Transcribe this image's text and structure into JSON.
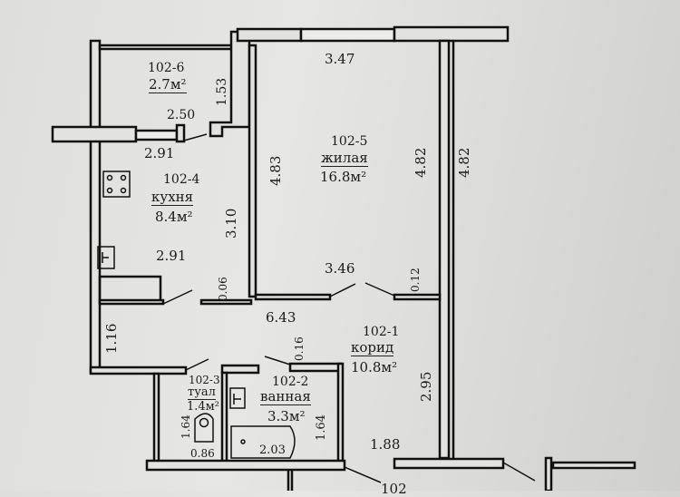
{
  "rooms": [
    {
      "id": "102-6",
      "name": "",
      "area": "2.7м²"
    },
    {
      "id": "102-4",
      "name": "кухня",
      "area": "8.4м²"
    },
    {
      "id": "102-5",
      "name": "жилая",
      "area": "16.8м²"
    },
    {
      "id": "102-1",
      "name": "корид",
      "area": "10.8м²"
    },
    {
      "id": "102-3",
      "name": "туал",
      "area": "1.4м²"
    },
    {
      "id": "102-2",
      "name": "ванная",
      "area": "3.3м²"
    }
  ],
  "dimensions": {
    "balcony_height": "1.53",
    "balcony_width": "2.50",
    "kitchen_top": "2.91",
    "kitchen_bottom": "2.91",
    "kitchen_side": "3.10",
    "kitchen_gap": "0.06",
    "living_top": "3.47",
    "living_bottom": "3.46",
    "living_left": "4.83",
    "living_right": "4.82",
    "outer_right": "4.82",
    "living_gap": "0.12",
    "corridor_length": "6.43",
    "corridor_left": "1.16",
    "corridor_gap": "0.16",
    "corridor_right": "2.95",
    "corridor_bottom": "1.88",
    "toilet_side": "1.64",
    "toilet_width": "0.86",
    "bath_side": "1.64",
    "bath_tub": "2.03"
  },
  "bottom_cut_label": "102"
}
